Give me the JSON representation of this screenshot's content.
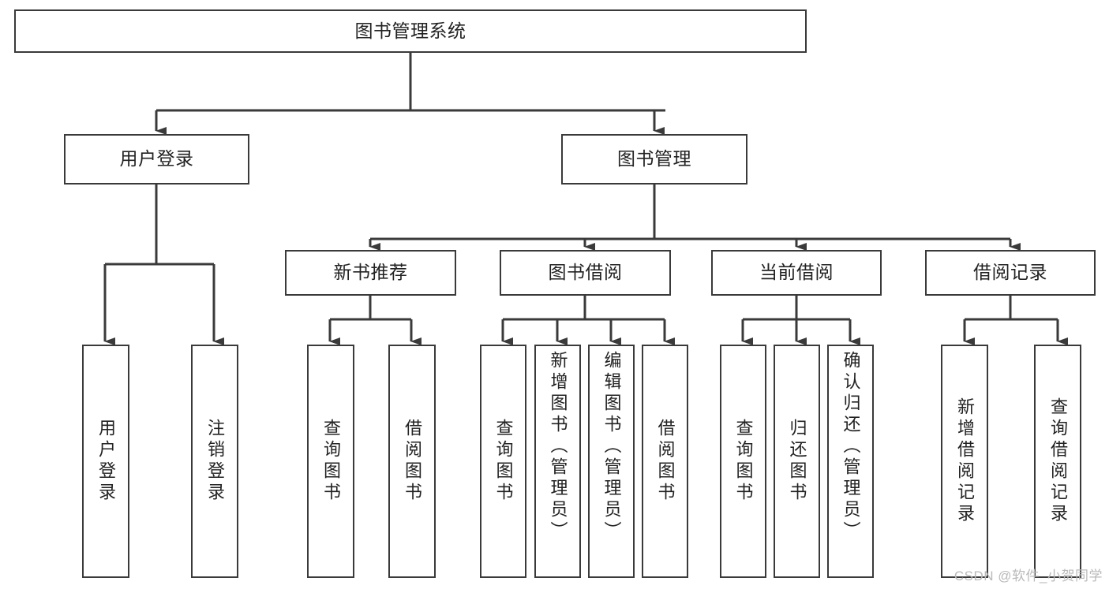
{
  "diagram": {
    "type": "tree-hierarchy",
    "title": "图书管理系统",
    "watermark": "CSDN @软件_小贺同学",
    "colors": {
      "node_border": "#3a3a3a",
      "node_fill": "#ffffff",
      "edge": "#3a3a3a",
      "text": "#222222",
      "watermark": "#b9b9b9",
      "background": "#ffffff"
    },
    "nodes": {
      "root": {
        "label": "图书管理系统"
      },
      "level2": [
        {
          "id": "user-login",
          "label": "用户登录"
        },
        {
          "id": "book-manage",
          "label": "图书管理"
        }
      ],
      "level3": [
        {
          "id": "new-book-recommend",
          "label": "新书推荐"
        },
        {
          "id": "book-borrow",
          "label": "图书借阅"
        },
        {
          "id": "current-borrow",
          "label": "当前借阅"
        },
        {
          "id": "borrow-record",
          "label": "借阅记录"
        }
      ],
      "leaves": {
        "user_login": [
          {
            "id": "leaf-user-login",
            "label": "用户登录"
          },
          {
            "id": "leaf-logout-login",
            "label": "注销登录"
          }
        ],
        "new_book_recommend": [
          {
            "id": "leaf-query-book-1",
            "label": "查询图书"
          },
          {
            "id": "leaf-borrow-book-1",
            "label": "借阅图书"
          }
        ],
        "book_borrow": [
          {
            "id": "leaf-query-book-2",
            "label": "查询图书"
          },
          {
            "id": "leaf-add-book",
            "label": "新增图书（管理员）"
          },
          {
            "id": "leaf-edit-book",
            "label": "编辑图书（管理员）"
          },
          {
            "id": "leaf-borrow-book-2",
            "label": "借阅图书"
          }
        ],
        "current_borrow": [
          {
            "id": "leaf-query-book-3",
            "label": "查询图书"
          },
          {
            "id": "leaf-return-book",
            "label": "归还图书"
          },
          {
            "id": "leaf-confirm-return",
            "label": "确认归还（管理员）"
          }
        ],
        "borrow_record": [
          {
            "id": "leaf-add-borrow-record",
            "label": "新增借阅记录"
          },
          {
            "id": "leaf-query-borrow-record",
            "label": "查询借阅记录"
          }
        ]
      }
    }
  }
}
